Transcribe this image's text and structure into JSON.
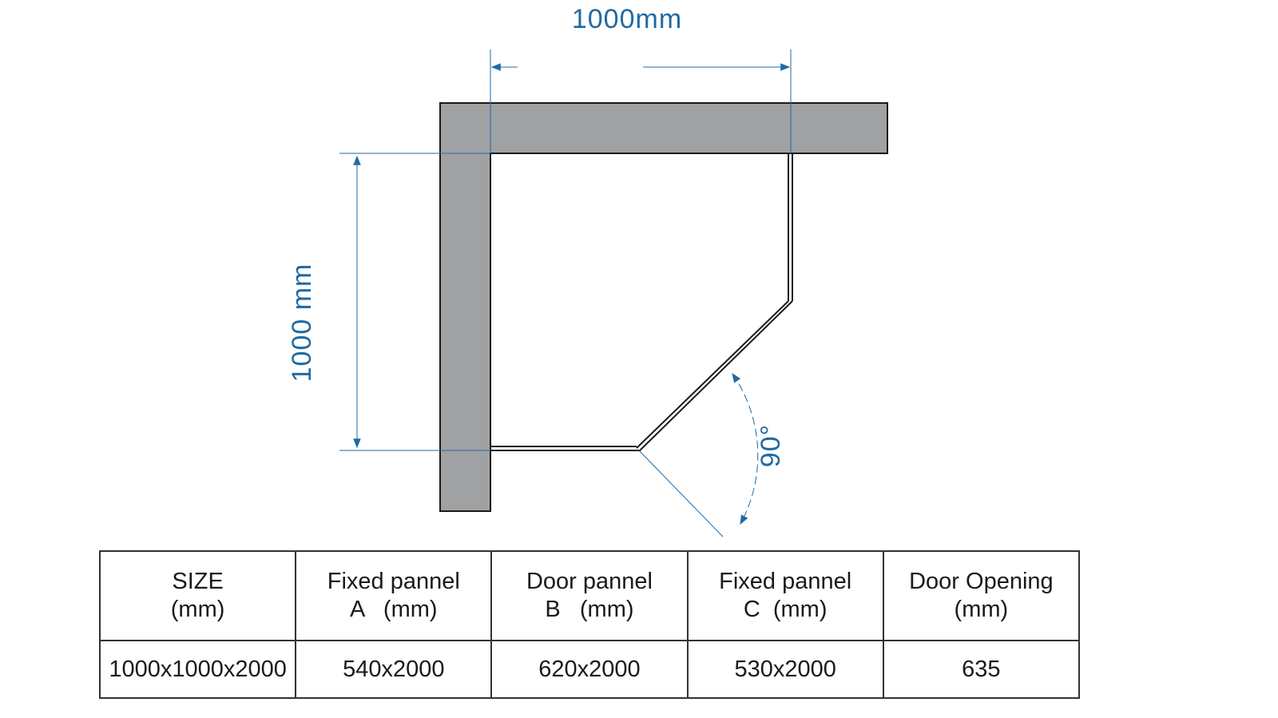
{
  "diagram": {
    "width_label": "1000mm",
    "depth_label": "1000 mm",
    "angle_label": "90°",
    "colors": {
      "wall": "#a0a1a3",
      "dimension": "#1f6aa5",
      "outline": "#1a1a1a"
    }
  },
  "table": {
    "headers": [
      {
        "line1": "SIZE",
        "line2": "(mm)"
      },
      {
        "line1": "Fixed pannel",
        "line2": "A   (mm)"
      },
      {
        "line1": "Door pannel",
        "line2": "B   (mm)"
      },
      {
        "line1": "Fixed pannel",
        "line2": "C  (mm)"
      },
      {
        "line1": "Door Opening",
        "line2": "(mm)"
      }
    ],
    "values": [
      "1000x1000x2000",
      "540x2000",
      "620x2000",
      "530x2000",
      "635"
    ]
  }
}
